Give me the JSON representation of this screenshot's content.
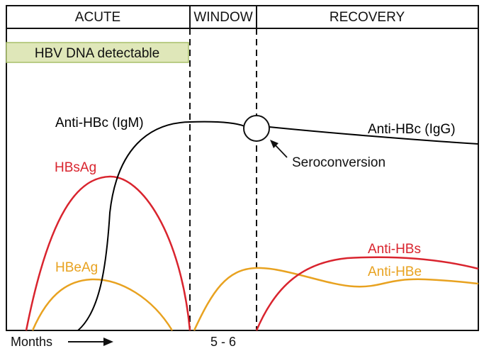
{
  "phases": [
    {
      "label": "ACUTE"
    },
    {
      "label": "WINDOW"
    },
    {
      "label": "RECOVERY"
    }
  ],
  "dna_bar": {
    "label": "HBV DNA detectable",
    "color": "#dfe7b9",
    "border": "#a9bf6a"
  },
  "curves": {
    "anti_hbc_igm": {
      "label": "Anti-HBc (IgM)",
      "color": "#000000"
    },
    "anti_hbc_igg": {
      "label": "Anti-HBc (IgG)",
      "color": "#000000"
    },
    "hbsag": {
      "label": "HBsAg",
      "color": "#d9242e"
    },
    "hbeag": {
      "label": "HBeAg",
      "color": "#e8a220"
    },
    "anti_hbs": {
      "label": "Anti-HBs",
      "color": "#d9242e"
    },
    "anti_hbe": {
      "label": "Anti-HBe",
      "color": "#e8a220"
    }
  },
  "annotation": {
    "label": "Seroconversion"
  },
  "x_axis": {
    "label": "Months",
    "marker": "5 - 6"
  }
}
